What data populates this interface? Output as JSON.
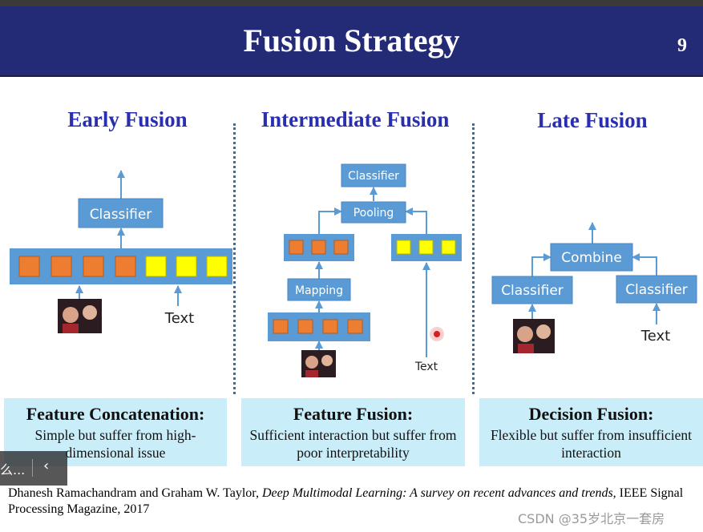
{
  "slide": {
    "title": "Fusion Strategy",
    "number": "9"
  },
  "columns": [
    {
      "title": "Early Fusion",
      "caption_head": "Feature  Concatenation:",
      "caption_text": "Simple but suffer from high-dimensional issue"
    },
    {
      "title": "Intermediate Fusion",
      "caption_head": "Feature  Fusion:",
      "caption_text": "Sufficient interaction but suffer from poor interpretability"
    },
    {
      "title": "Late Fusion",
      "caption_head": "Decision  Fusion:",
      "caption_text": "Flexible but suffer from insufficient interaction"
    }
  ],
  "diagram": {
    "classifier": "Classifier",
    "pooling": "Pooling",
    "mapping": "Mapping",
    "combine": "Combine",
    "text": "Text"
  },
  "citation": {
    "authors": "Dhanesh Ramachandram and Graham W. Taylor, ",
    "work": "Deep Multimodal Learning: A survey on recent advances and trends",
    "venue": ", IEEE Signal Processing Magazine, 2017"
  },
  "watermark": "CSDN @35岁北京一套房",
  "overlay": {
    "text": "么...",
    "arrow": "‹"
  },
  "colors": {
    "header": "#232a76",
    "title_blue": "#2a2fb0",
    "box_blue": "#5b9bd5",
    "orange": "#ed7d31",
    "yellow": "#ffff00",
    "caption_bg": "#c9eef9"
  }
}
